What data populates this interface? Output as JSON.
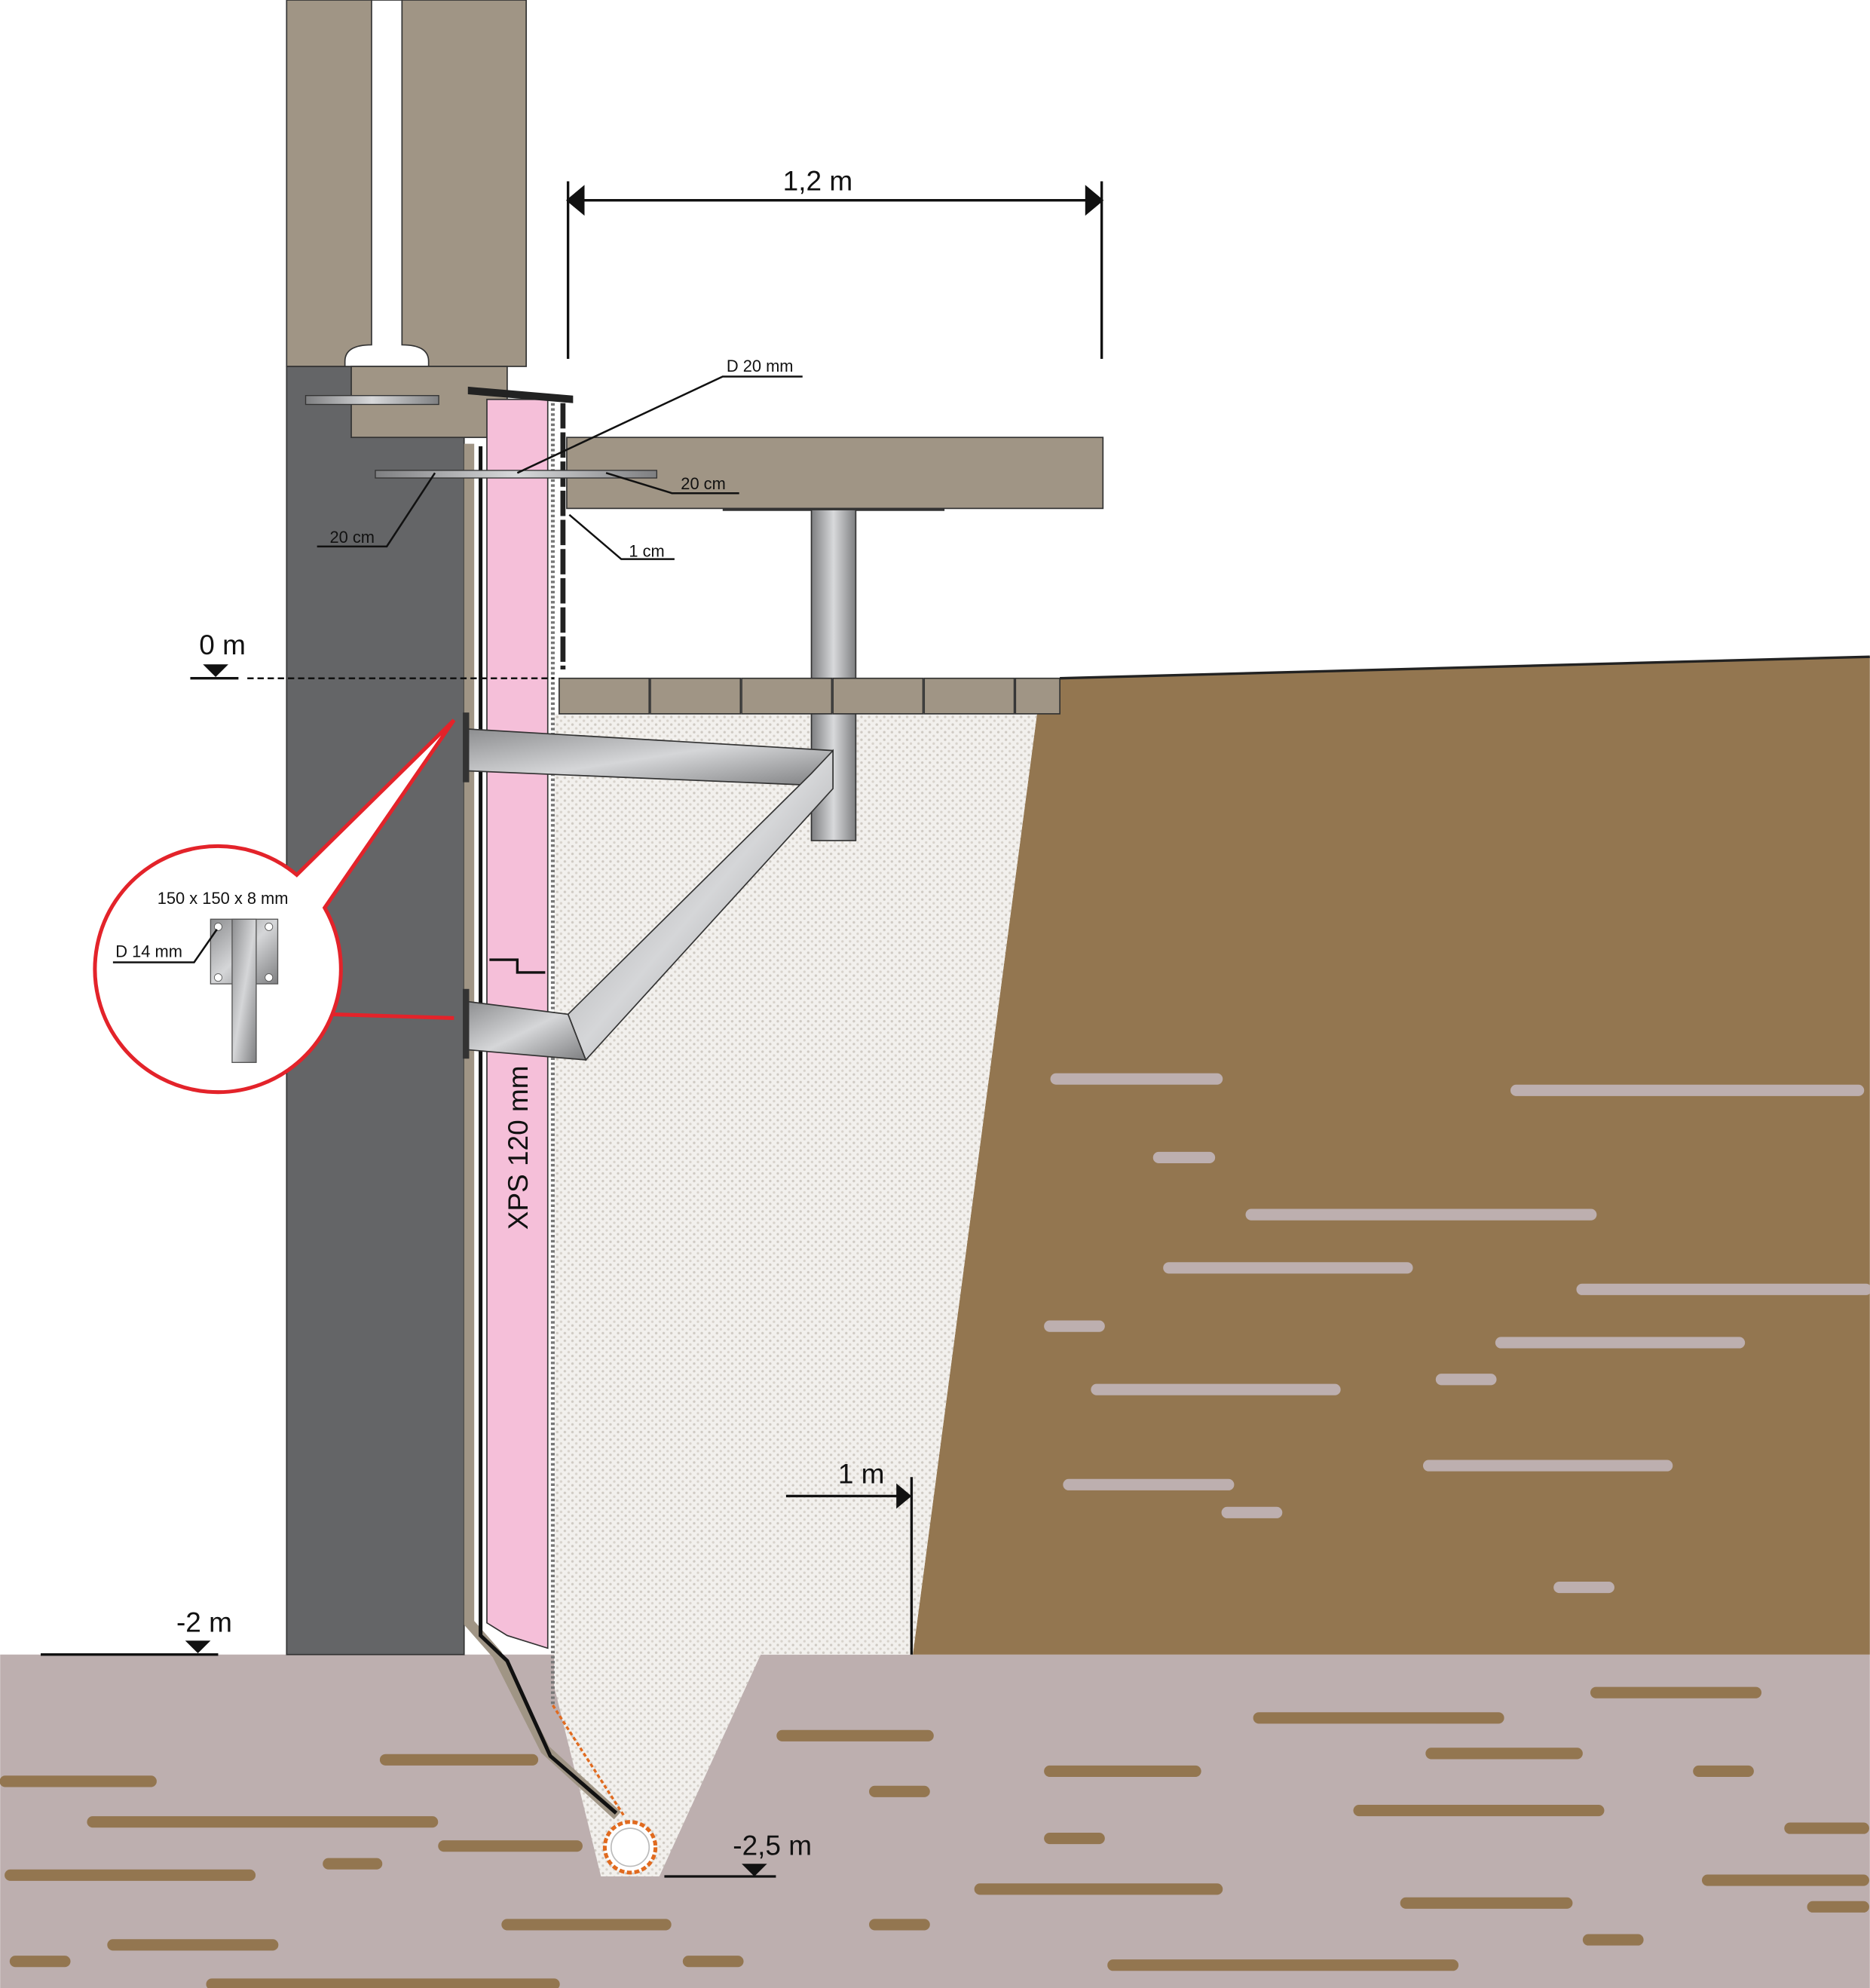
{
  "colors": {
    "wall_dark": "#646567",
    "wall_beige": "#a09585",
    "xps": "#f5bfd9",
    "soil": "#937650",
    "ground": "#bdafaf",
    "gravel": "#ebe8e4",
    "callout": "#e3232a"
  },
  "dimensions": {
    "width_top": "1,2 m",
    "level_zero": "0 m",
    "level_minus2": "-2 m",
    "level_minus25": "-2,5 m",
    "trench_offset": "1 m"
  },
  "annotations": {
    "rod_diameter": "D 20 mm",
    "anchor_right": "20 cm",
    "anchor_left": "20 cm",
    "gap": "1 cm",
    "insulation": "XPS 120 mm"
  },
  "detail": {
    "plate_size": "150 x 150 x 8 mm",
    "hole_diameter": "D 14 mm"
  }
}
